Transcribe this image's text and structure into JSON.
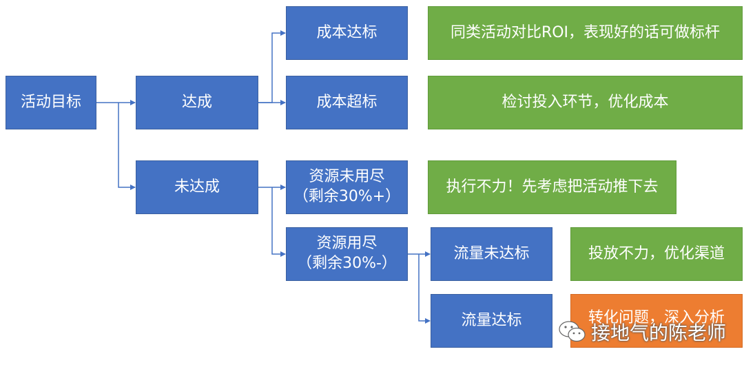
{
  "nodes": {
    "goal": "活动目标",
    "achieved": "达成",
    "not_achieved": "未达成",
    "cost_ok": "成本达标",
    "cost_over": "成本超标",
    "res_unused_l1": "资源未用尽",
    "res_unused_l2": "（剩余30%+）",
    "res_used_l1": "资源用尽",
    "res_used_l2": "（剩余30%-）",
    "traffic_miss": "流量未达标",
    "traffic_ok": "流量达标"
  },
  "actions": {
    "cost_ok": "同类活动对比ROI，表现好的话可做标杆",
    "cost_over": "检讨投入环节，优化成本",
    "res_unused": "执行不力！先考虑把活动推下去",
    "traffic_miss": "投放不力，优化渠道",
    "traffic_ok": "转化问题，深入分析"
  },
  "watermark": {
    "icon": "wechat-icon",
    "text": "接地气的陈老师"
  },
  "colors": {
    "node": "#4472c4",
    "action": "#70ad47",
    "highlight": "#ed7d31",
    "connector": "#4472c4"
  }
}
